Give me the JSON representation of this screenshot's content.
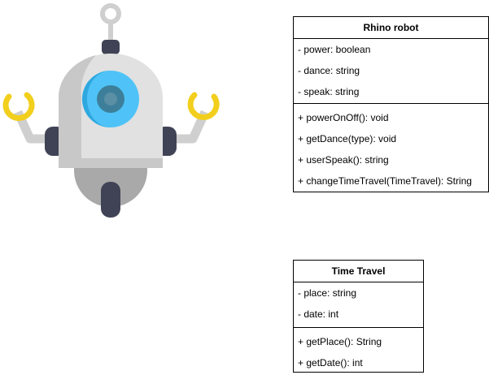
{
  "robot": {
    "icon": "robot-icon",
    "colors": {
      "body": "#e1e1e1",
      "body_shade": "#c8c8c8",
      "lower_body": "#a9a9a9",
      "dark": "#404355",
      "eye_outer": "#4fc3f7",
      "eye_ring": "#2fa8e0",
      "eye_pupil": "#3d7f9a",
      "eye_center": "#5a8fa5",
      "claw": "#f2cf1d",
      "antenna": "#cfcfcf"
    }
  },
  "classes": [
    {
      "name": "Rhino robot",
      "attributes": [
        "- power: boolean",
        "- dance: string",
        "- speak: string"
      ],
      "operations": [
        "+ powerOnOff(): void",
        "+ getDance(type): void",
        "+ userSpeak(): string",
        "+ changeTimeTravel(TimeTravel): String"
      ]
    },
    {
      "name": "Time Travel",
      "attributes": [
        "- place: string",
        "- date: int"
      ],
      "operations": [
        "+ getPlace(): String",
        "+ getDate(): int"
      ]
    }
  ]
}
